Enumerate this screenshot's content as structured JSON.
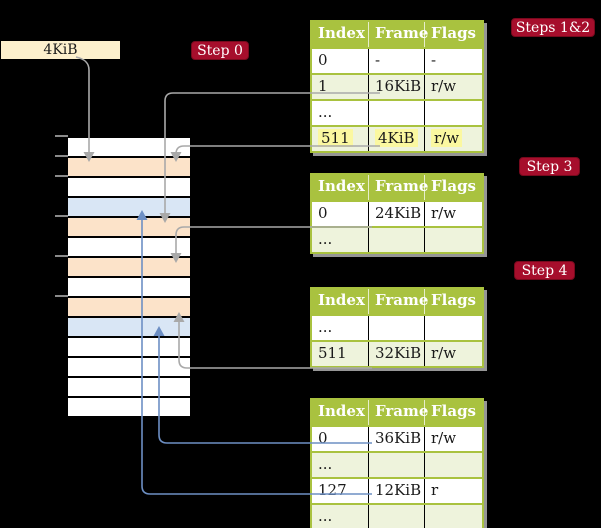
{
  "frame_box": {
    "label": "4KiB"
  },
  "step_labels": {
    "step0": "Step 0",
    "steps12": "Steps 1&2",
    "step3": "Step 3",
    "step4": "Step 4"
  },
  "tables": [
    {
      "headers": [
        "Index",
        "Frame",
        "Flags"
      ],
      "rows": [
        {
          "cells": [
            "0",
            "-",
            "-"
          ]
        },
        {
          "cells": [
            "1",
            "16KiB",
            "r/w"
          ]
        },
        {
          "cells": [
            "...",
            "",
            ""
          ]
        },
        {
          "cells": [
            "511",
            "4KiB",
            "r/w"
          ],
          "highlight": true
        }
      ]
    },
    {
      "headers": [
        "Index",
        "Frame",
        "Flags"
      ],
      "rows": [
        {
          "cells": [
            "0",
            "24KiB",
            "r/w"
          ]
        },
        {
          "cells": [
            "...",
            "",
            ""
          ]
        }
      ]
    },
    {
      "headers": [
        "Index",
        "Frame",
        "Flags"
      ],
      "rows": [
        {
          "cells": [
            "...",
            "",
            ""
          ]
        },
        {
          "cells": [
            "511",
            "32KiB",
            "r/w"
          ]
        }
      ]
    },
    {
      "headers": [
        "Index",
        "Frame",
        "Flags"
      ],
      "rows": [
        {
          "cells": [
            "0",
            "36KiB",
            "r/w"
          ]
        },
        {
          "cells": [
            "...",
            "",
            ""
          ]
        },
        {
          "cells": [
            "127",
            "12KiB",
            "r"
          ]
        },
        {
          "cells": [
            "...",
            "",
            ""
          ]
        }
      ]
    }
  ],
  "memory": {
    "row_fills": [
      "white",
      "peach",
      "white",
      "blue",
      "peach",
      "white",
      "peach",
      "white",
      "peach",
      "blue",
      "white",
      "white",
      "white",
      "white"
    ]
  },
  "colors": {
    "background": "#000000",
    "table_header_green": "#a9c23f",
    "table_row_green": "#eef3dc",
    "highlight_yellow": "#fbf8a0",
    "memory_peach": "#fce3c9",
    "memory_blue": "#d9e6f5",
    "frame_box_cream": "#fdf0cd",
    "step_chip_red": "#a60e2c",
    "connector_gray": "#a9a9a9",
    "connector_blue": "#6d8fc4"
  }
}
